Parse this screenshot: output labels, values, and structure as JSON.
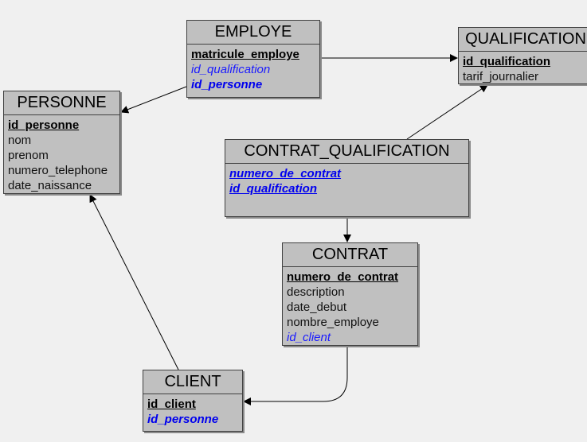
{
  "entities": {
    "employe": {
      "title": "EMPLOYE",
      "attributes": [
        {
          "name": "matricule_employe",
          "role": "primary-key"
        },
        {
          "name": "id_qualification",
          "role": "foreign-key"
        },
        {
          "name": "id_personne",
          "role": "foreign-key-bold"
        }
      ]
    },
    "qualification": {
      "title": "QUALIFICATION",
      "attributes": [
        {
          "name": "id_qualification",
          "role": "primary-key"
        },
        {
          "name": "tarif_journalier",
          "role": "attribute"
        }
      ]
    },
    "personne": {
      "title": "PERSONNE",
      "attributes": [
        {
          "name": "id_personne",
          "role": "primary-key"
        },
        {
          "name": "nom",
          "role": "attribute"
        },
        {
          "name": "prenom",
          "role": "attribute"
        },
        {
          "name": "numero_telephone",
          "role": "attribute"
        },
        {
          "name": "date_naissance",
          "role": "attribute"
        }
      ]
    },
    "contrat_qualification": {
      "title": "CONTRAT_QUALIFICATION",
      "attributes": [
        {
          "name": "numero_de_contrat",
          "role": "primary-foreign-key"
        },
        {
          "name": "id_qualification",
          "role": "primary-foreign-key"
        }
      ]
    },
    "contrat": {
      "title": "CONTRAT",
      "attributes": [
        {
          "name": "numero_de_contrat",
          "role": "primary-key"
        },
        {
          "name": "description",
          "role": "attribute"
        },
        {
          "name": "date_debut",
          "role": "attribute"
        },
        {
          "name": "nombre_employe",
          "role": "attribute"
        },
        {
          "name": "id_client",
          "role": "foreign-key"
        }
      ]
    },
    "client": {
      "title": "CLIENT",
      "attributes": [
        {
          "name": "id_client",
          "role": "primary-key"
        },
        {
          "name": "id_personne",
          "role": "foreign-key-bold"
        }
      ]
    }
  },
  "relationships": [
    {
      "from": "employe",
      "to": "qualification"
    },
    {
      "from": "employe",
      "to": "personne"
    },
    {
      "from": "contrat_qualification",
      "to": "qualification"
    },
    {
      "from": "contrat_qualification",
      "to": "contrat"
    },
    {
      "from": "contrat",
      "to": "client"
    },
    {
      "from": "client",
      "to": "personne"
    }
  ],
  "colors": {
    "background": "#f0f0f0",
    "entity_fill": "#c0c0c0",
    "foreign_key_text": "#1a1aff",
    "line": "#000000"
  }
}
